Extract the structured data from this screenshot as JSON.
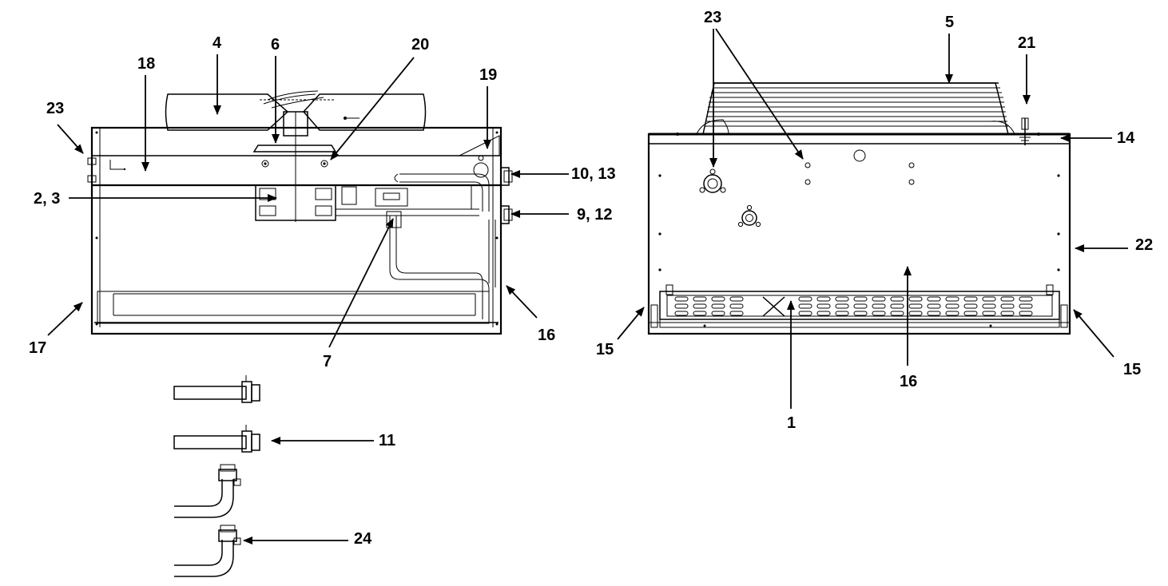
{
  "callouts": {
    "left_23": "23",
    "left_18": "18",
    "left_4": "4",
    "left_6": "6",
    "left_20": "20",
    "left_19": "19",
    "left_10_13": "10, 13",
    "left_2_3": "2, 3",
    "left_9_12": "9, 12",
    "left_17": "17",
    "left_16": "16",
    "left_7": "7",
    "left_11": "11",
    "left_24": "24",
    "right_23": "23",
    "right_5": "5",
    "right_21": "21",
    "right_14": "14",
    "right_22": "22",
    "right_15a": "15",
    "right_15b": "15",
    "right_16": "16",
    "right_1": "1"
  }
}
